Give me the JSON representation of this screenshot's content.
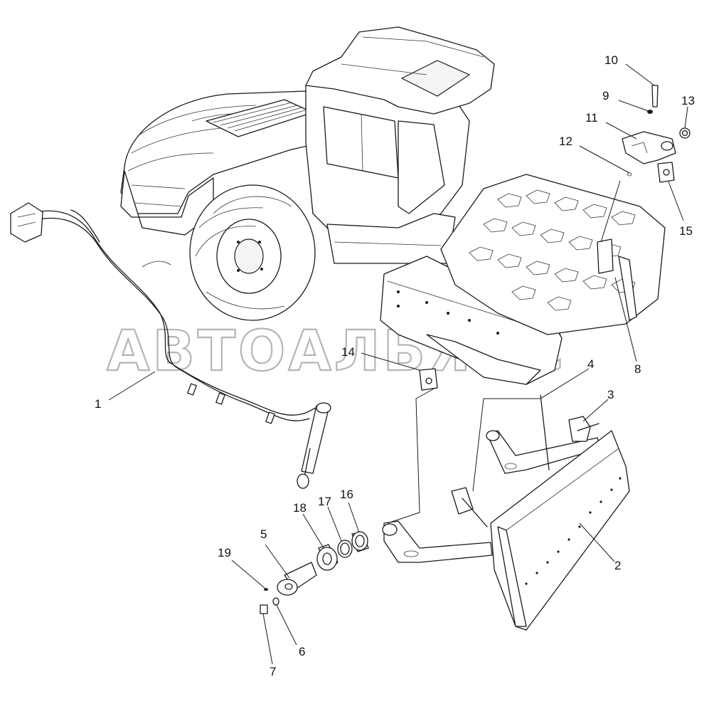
{
  "callouts": {
    "n1": "1",
    "n2": "2",
    "n3": "3",
    "n4": "4",
    "n5": "5",
    "n6": "6",
    "n7": "7",
    "n8": "8",
    "n9": "9",
    "n10": "10",
    "n11": "11",
    "n12": "12",
    "n13": "13",
    "n14": "14",
    "n15": "15",
    "n16": "16",
    "n17": "17",
    "n18": "18",
    "n19": "19"
  },
  "watermark": "АВТОАЛЬЯНС"
}
